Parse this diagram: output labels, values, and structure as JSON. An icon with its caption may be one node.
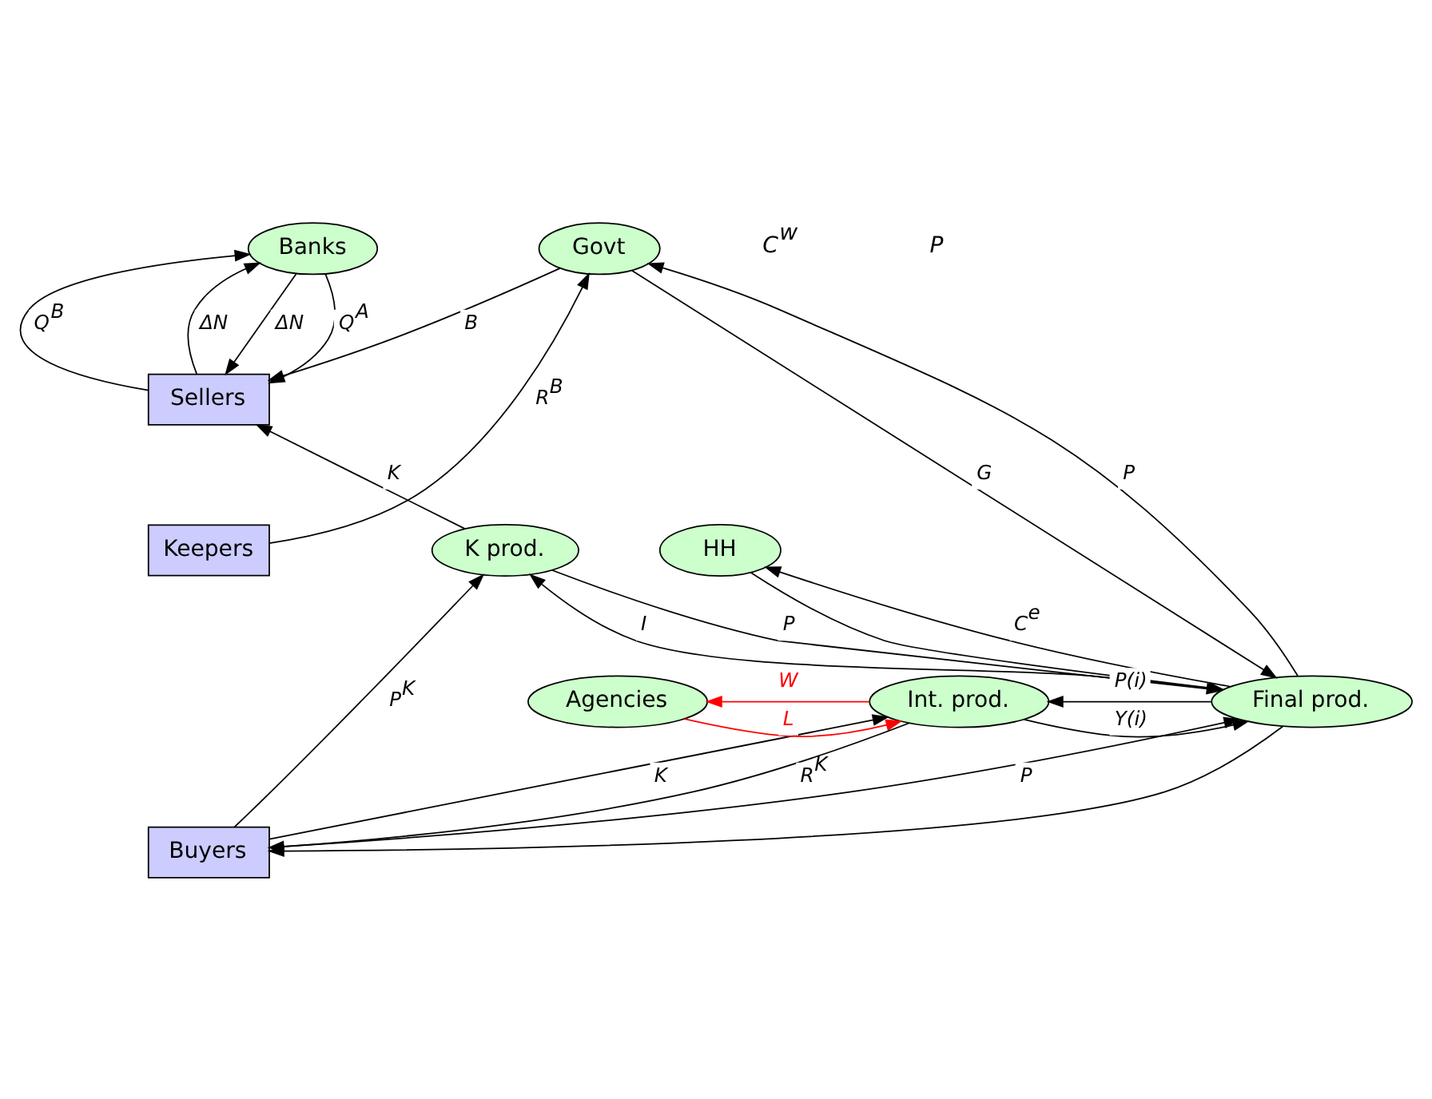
{
  "diagram": {
    "nodes": [
      {
        "text": [
          "Banks"
        ]
      },
      {
        "text": [
          "Govt"
        ]
      },
      {
        "text": [
          "Sellers"
        ]
      },
      {
        "text": [
          "Keepers"
        ]
      },
      {
        "text": [
          "Buyers"
        ]
      },
      {
        "text": [
          "HH"
        ]
      },
      {
        "text": [
          "K prod."
        ]
      },
      {
        "text": [
          "Agencies"
        ]
      },
      {
        "text": [
          "Int. prod."
        ]
      },
      {
        "text": [
          "Final prod."
        ]
      }
    ],
    "edges": [
      {
        "from": 2,
        "to": 0,
        "arrow": "to",
        "label": "Q$^{B}$"
      },
      {
        "from": 0,
        "to": 2,
        "arrow": "to",
        "label": "ΔN"
      },
      {
        "from": 2,
        "to": 0,
        "arrow": "to",
        "label": "ΔN"
      },
      {
        "from": 0,
        "to": 2,
        "arrow": "to",
        "label": "Q$^{A}$"
      },
      {
        "from": 1,
        "to": 2,
        "arrow": "to",
        "label": "B"
      },
      {
        "from": 3,
        "to": 1,
        "arrow": "to",
        "label": "R$^{B}$"
      },
      {
        "from": 6,
        "to": 2,
        "arrow": "to",
        "label": "K"
      },
      {
        "from": 4,
        "to": 6,
        "arrow": "to",
        "label": "P$^{K}$"
      },
      {
        "from": 9,
        "to": 4,
        "arrow": "to"
      },
      {
        "from": 9,
        "to": 5,
        "arrow": "to",
        "label": "C$^{e}$"
      },
      {
        "from": 5,
        "to": 9,
        "arrow": "to"
      },
      {
        "from": 4,
        "to": 8,
        "arrow": "to",
        "label": "K"
      },
      {
        "from": 8,
        "to": 4,
        "arrow": "to",
        "label": "R$^{K}$"
      },
      {
        "from": 4,
        "to": 9,
        "arrow": "to",
        "label": "P"
      },
      {
        "from": 6,
        "to": 9,
        "arrow": "to",
        "label": "P"
      },
      {
        "from": 9,
        "to": 6,
        "arrow": "to",
        "label": "I"
      },
      {
        "from": 1,
        "to": 9,
        "arrow": "to",
        "label": "G"
      },
      {
        "from": 9,
        "to": 1,
        "arrow": "to",
        "label": "P"
      },
      {
        "from": 9,
        "to": 8,
        "arrow": "to",
        "label": "P(i)"
      },
      {
        "from": 8,
        "to": 9,
        "arrow": "to",
        "label": "Y(i)"
      },
      {
        "from": 8,
        "to": 7,
        "arrow": "to",
        "label": "W",
        "color": "#ff0000"
      },
      {
        "from": 7,
        "to": 8,
        "arrow": "to",
        "label": "L",
        "color": "#ff0000"
      }
    ],
    "labels": [
      "C$^{w}$",
      "P"
    ]
  }
}
